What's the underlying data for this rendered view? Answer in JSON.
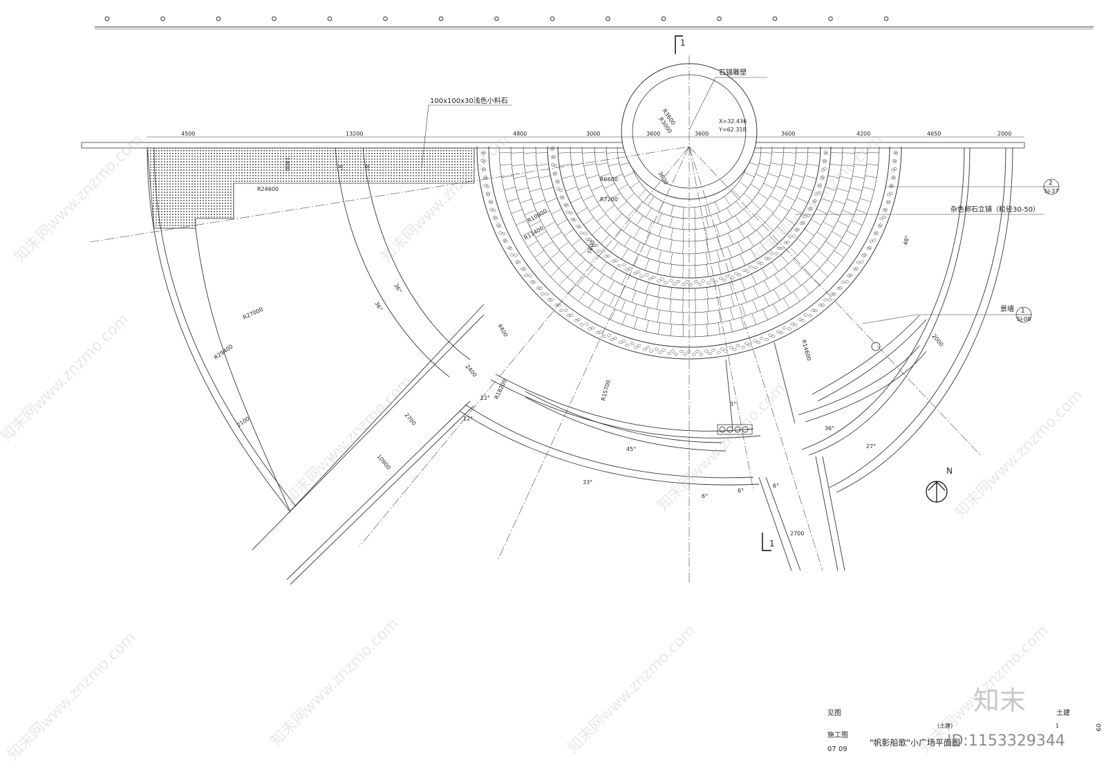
{
  "materials": {
    "stone_paving": "100x100x30浅色小料石",
    "sculpture": "石锚雕塑",
    "pebble": "杂色卵石立铺（粒径30-50）",
    "wall": "景墙"
  },
  "coords": {
    "x": "X=32.436",
    "y": "Y=62.318"
  },
  "section_marks": {
    "top": "1",
    "bottom": "1"
  },
  "callouts": [
    {
      "num": "2",
      "sheet": "SJ-37"
    },
    {
      "num": "1",
      "sheet": "SJ-08"
    }
  ],
  "top_dims": [
    "4500",
    "13200",
    "4800",
    "3000",
    "3600",
    "3600",
    "3600",
    "4200",
    "4650",
    "2000"
  ],
  "radii": {
    "r3600": "R3600",
    "r3000": "R3000",
    "r6600": "R6600",
    "r7200": "R7200",
    "r10800": "R10800",
    "r11400": "R11400",
    "r14600": "R14600",
    "r15700": "R15700",
    "r18200": "R18200",
    "r24600": "R24600",
    "r27000": "R27000",
    "r29400": "R29400"
  },
  "other_dims": {
    "d1800": "1800",
    "d3600": "3600",
    "d7800": "7800",
    "d4400": "4400",
    "d2400": "2400",
    "d2700a": "2700",
    "d10900": "10900",
    "d2100": "2100",
    "d2000": "2000",
    "d2700b": "2700"
  },
  "angles": {
    "a9a": "9°",
    "a9b": "9°",
    "a36a": "36°",
    "a36b": "36°",
    "a48": "48°",
    "a12a": "12°",
    "a12b": "12°",
    "a45": "45°",
    "a33": "33°",
    "a3": "3°",
    "a6a": "6°",
    "a6b": "6°",
    "a6c": "6°",
    "a36c": "36°",
    "a27": "27°"
  },
  "north": "N",
  "title_block": {
    "see": "见图",
    "civil": "土建",
    "stage": "施工图",
    "small": "(土建)",
    "title": "\"帆影船歌\"小广场平面图",
    "num": "1",
    "date": "07 09",
    "sheet": "09"
  },
  "watermark": {
    "site": "知末网www.znzmo.com",
    "brand": "知末",
    "id": "ID:1153329344"
  }
}
